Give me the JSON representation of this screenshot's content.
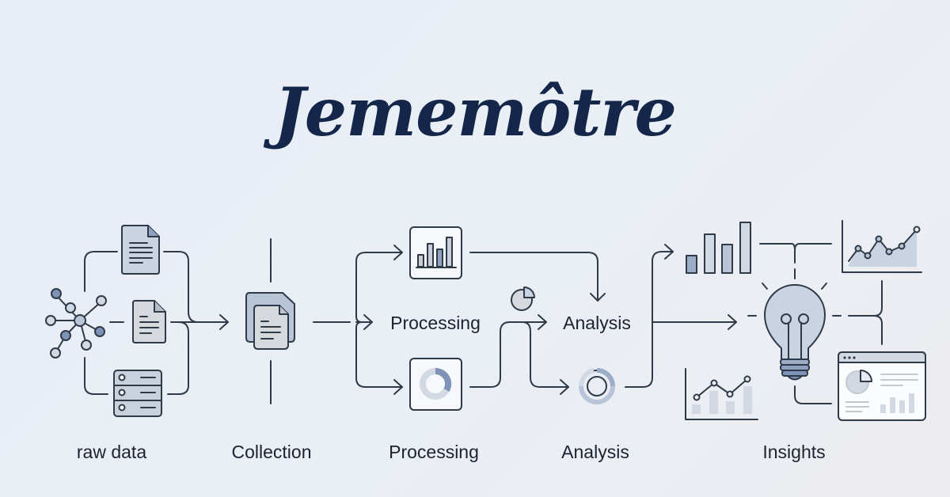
{
  "title": "Jememôtre",
  "colors": {
    "background": "#e9eef5",
    "title": "#14274a",
    "stroke": "#2f3a48",
    "fill_light": "#d3d9e2",
    "fill_mid": "#b8c5d8",
    "fill_accent": "#7f93b6"
  },
  "stages": [
    {
      "label": "raw data",
      "icons": [
        "network-graph-icon",
        "document-icon",
        "document-icon",
        "server-icon"
      ]
    },
    {
      "label": "Collection",
      "icons": [
        "stacked-documents-icon"
      ]
    },
    {
      "label": "Processing",
      "icons": [
        "bar-chart-icon",
        "donut-chart-icon"
      ]
    },
    {
      "label": "Analysis",
      "icons": [
        "pie-chart-icon",
        "donut-chart-icon"
      ]
    },
    {
      "label": "Insights",
      "icons": [
        "bar-chart-icon",
        "area-chart-icon",
        "lightbulb-icon",
        "line-chart-icon",
        "dashboard-window-icon"
      ]
    }
  ],
  "inline_labels": {
    "processing": "Processing",
    "analysis": "Analysis"
  }
}
